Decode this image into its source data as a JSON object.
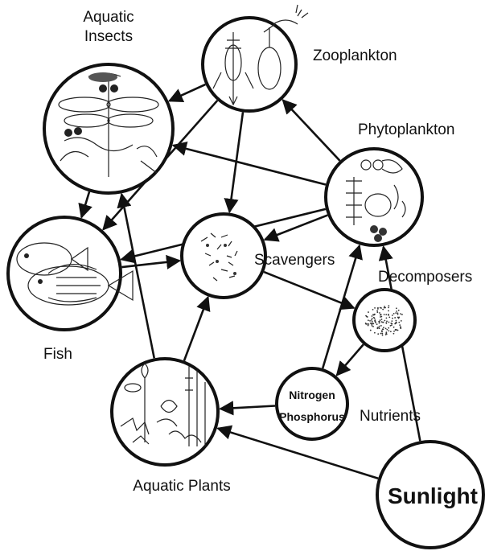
{
  "nodes": {
    "aquatic_insects": {
      "label_line1": "Aquatic",
      "label_line2": "Insects"
    },
    "zooplankton": {
      "label": "Zooplankton"
    },
    "phytoplankton": {
      "label": "Phytoplankton"
    },
    "fish": {
      "label": "Fish"
    },
    "scavengers": {
      "label": "Scavengers"
    },
    "decomposers": {
      "label": "Decomposers"
    },
    "nutrients": {
      "label": "Nutrients",
      "inner_line1": "Nitrogen",
      "inner_line2": "Phosphorus"
    },
    "aquatic_plants": {
      "label": "Aquatic Plants"
    },
    "sunlight": {
      "label": "Sunlight"
    }
  },
  "edges": [
    {
      "from": "zooplankton",
      "to": "aquatic_insects"
    },
    {
      "from": "zooplankton",
      "to": "fish"
    },
    {
      "from": "zooplankton",
      "to": "scavengers"
    },
    {
      "from": "phytoplankton",
      "to": "zooplankton"
    },
    {
      "from": "phytoplankton",
      "to": "aquatic_insects"
    },
    {
      "from": "phytoplankton",
      "to": "fish"
    },
    {
      "from": "phytoplankton",
      "to": "scavengers"
    },
    {
      "from": "aquatic_insects",
      "to": "fish"
    },
    {
      "from": "fish",
      "to": "scavengers"
    },
    {
      "from": "scavengers",
      "to": "decomposers"
    },
    {
      "from": "decomposers",
      "to": "nutrients"
    },
    {
      "from": "nutrients",
      "to": "phytoplankton"
    },
    {
      "from": "nutrients",
      "to": "aquatic_plants"
    },
    {
      "from": "aquatic_plants",
      "to": "aquatic_insects"
    },
    {
      "from": "aquatic_plants",
      "to": "scavengers"
    },
    {
      "from": "sunlight",
      "to": "aquatic_plants"
    },
    {
      "from": "sunlight",
      "to": "phytoplankton"
    }
  ]
}
